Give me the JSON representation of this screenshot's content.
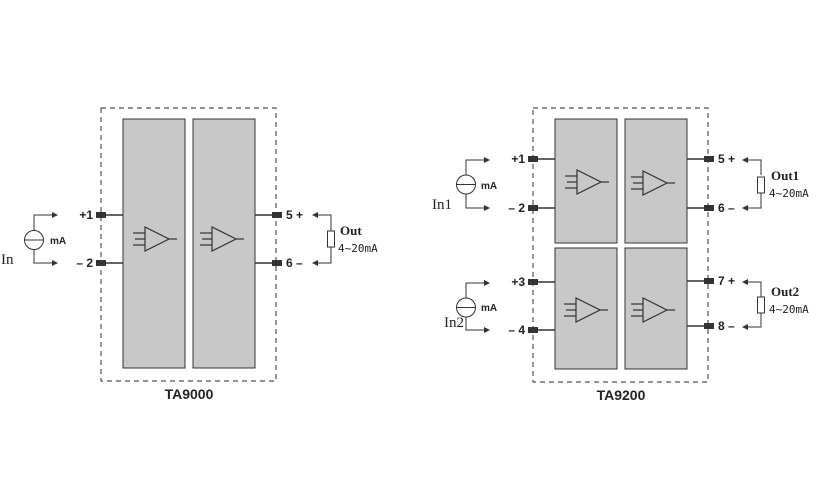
{
  "diagrams": {
    "left": {
      "model": "TA9000",
      "input": {
        "label": "In",
        "unit": "mA",
        "pin_pos": "+1",
        "pin_neg": "– 2"
      },
      "output": {
        "label": "Out",
        "range": "4~20mA",
        "pin_pos": "5 +",
        "pin_neg": "6 –"
      }
    },
    "right": {
      "model": "TA9200",
      "channel1": {
        "input": {
          "label": "In1",
          "unit": "mA",
          "pin_pos": "+1",
          "pin_neg": "– 2"
        },
        "output": {
          "label": "Out1",
          "range": "4~20mA",
          "pin_pos": "5 +",
          "pin_neg": "6 –"
        }
      },
      "channel2": {
        "input": {
          "label": "In2",
          "unit": "mA",
          "pin_pos": "+3",
          "pin_neg": "– 4"
        },
        "output": {
          "label": "Out2",
          "range": "4~20mA",
          "pin_pos": "7 +",
          "pin_neg": "8 –"
        }
      }
    }
  },
  "colors": {
    "module_fill": "#c8c8c8",
    "line": "#333333",
    "terminal": "#333333",
    "dashed_border": "#555555"
  }
}
